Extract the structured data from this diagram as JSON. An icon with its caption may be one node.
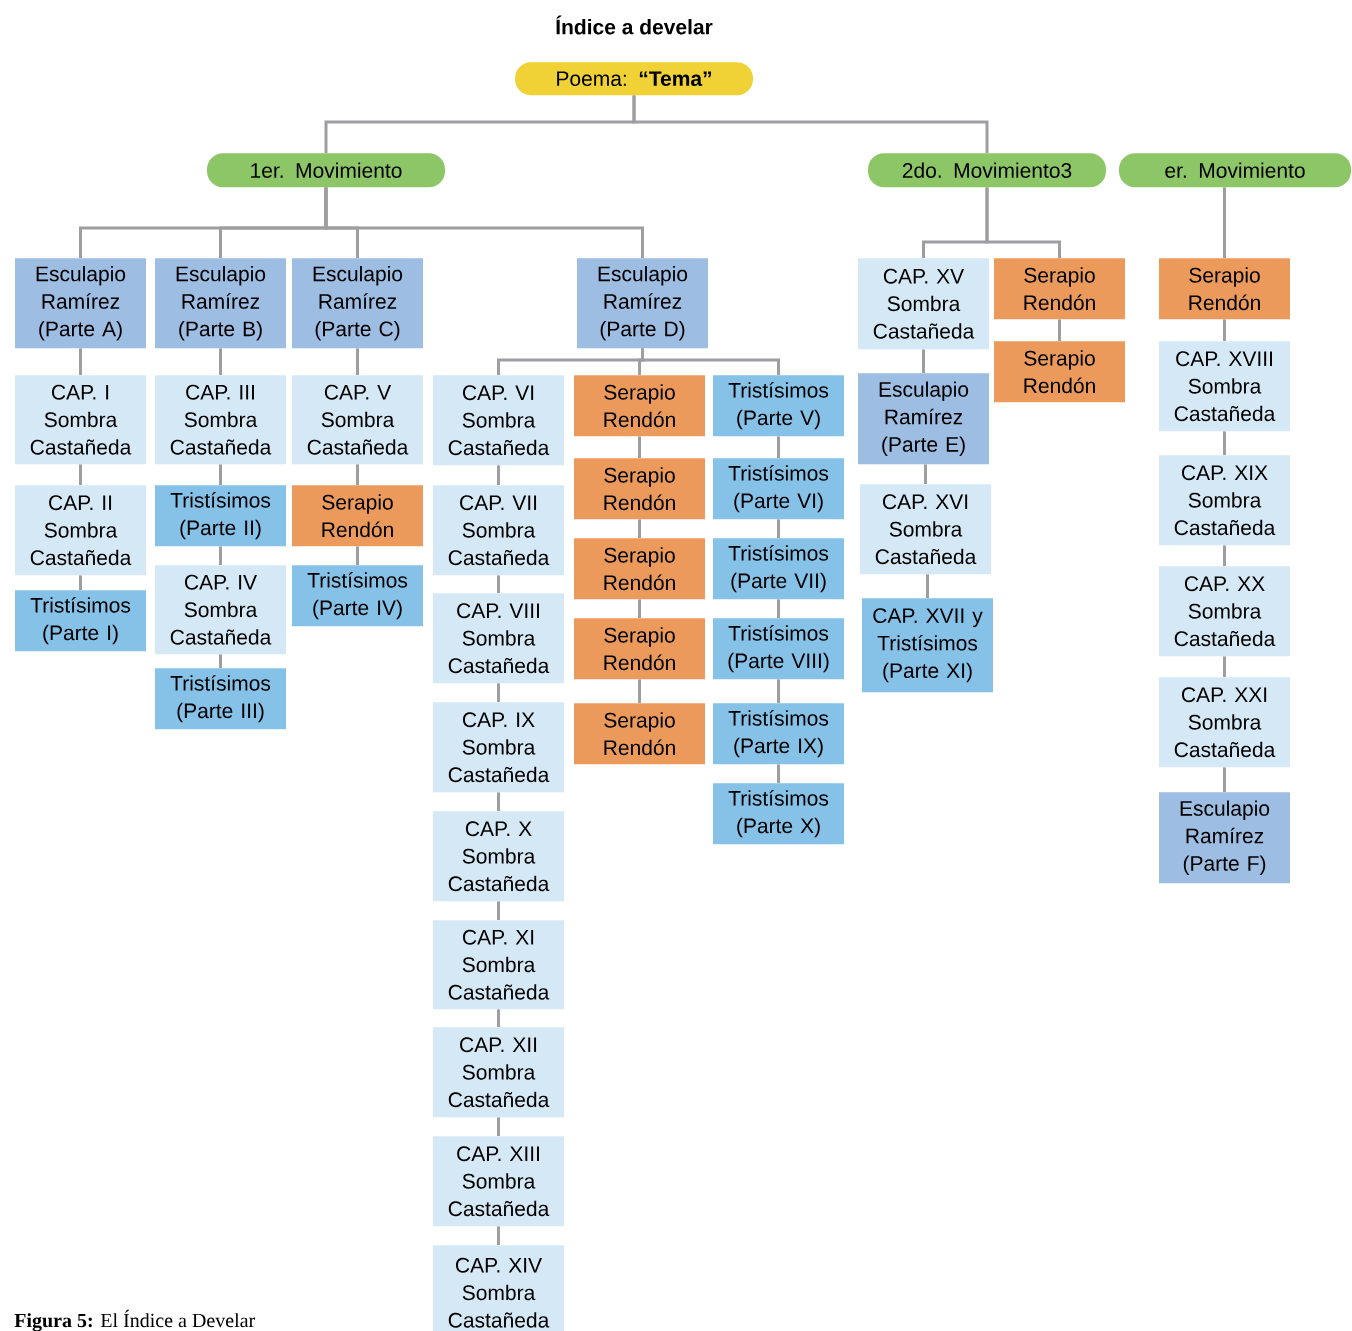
{
  "diagram": {
    "title": "Índice a develar",
    "caption": "**Figura 5:** El Índice a Develar",
    "nodes": [
      {
        "text": [
          "Poema: **“Tema”**"
        ]
      },
      {
        "text": [
          "1er. Movimiento"
        ]
      },
      {
        "text": [
          "2do. Movimiento3"
        ]
      },
      {
        "text": [
          "er. Movimiento"
        ]
      },
      {
        "text": [
          "Esculapio Ramírez (Parte A)"
        ]
      },
      {
        "text": [
          "Esculapio Ramírez (Parte B)"
        ]
      },
      {
        "text": [
          "Esculapio Ramírez (Parte C)"
        ]
      },
      {
        "text": [
          "Esculapio Ramírez (Parte D)"
        ]
      },
      {
        "text": [
          "CAP. I Sombra Castañeda"
        ]
      },
      {
        "text": [
          "CAP. II Sombra Castañeda"
        ]
      },
      {
        "text": [
          "Tristísimos (Parte I)"
        ]
      },
      {
        "text": [
          "CAP. III Sombra Castañeda"
        ]
      },
      {
        "text": [
          "Tristísimos (Parte II)"
        ]
      },
      {
        "text": [
          "CAP. IV Sombra Castañeda"
        ]
      },
      {
        "text": [
          "Tristísimos (Parte III)"
        ]
      },
      {
        "text": [
          "CAP. V Sombra Castañeda"
        ]
      },
      {
        "text": [
          "Serapio Rendón"
        ]
      },
      {
        "text": [
          "Tristísimos (Parte IV)"
        ]
      },
      {
        "text": [
          "CAP. VI Sombra Castañeda"
        ]
      },
      {
        "text": [
          "CAP. VII Sombra Castañeda"
        ]
      },
      {
        "text": [
          "CAP. VIII Sombra Castañeda"
        ]
      },
      {
        "text": [
          "CAP. IX Sombra Castañeda"
        ]
      },
      {
        "text": [
          "CAP. X Sombra Castañeda"
        ]
      },
      {
        "text": [
          "CAP. XI Sombra Castañeda"
        ]
      },
      {
        "text": [
          "CAP. XII Sombra Castañeda"
        ]
      },
      {
        "text": [
          "CAP. XIII Sombra Castañeda"
        ]
      },
      {
        "text": [
          "CAP. XIV Sombra Castañeda"
        ]
      },
      {
        "text": [
          "Serapio Rendón"
        ]
      },
      {
        "text": [
          "Serapio Rendón"
        ]
      },
      {
        "text": [
          "Serapio Rendón"
        ]
      },
      {
        "text": [
          "Serapio Rendón"
        ]
      },
      {
        "text": [
          "Serapio Rendón"
        ]
      },
      {
        "text": [
          "Tristísimos (Parte V)"
        ]
      },
      {
        "text": [
          "Tristísimos (Parte VI)"
        ]
      },
      {
        "text": [
          "Tristísimos (Parte VII)"
        ]
      },
      {
        "text": [
          "Tristísimos (Parte VIII)"
        ]
      },
      {
        "text": [
          "Tristísimos (Parte IX)"
        ]
      },
      {
        "text": [
          "Tristísimos (Parte X)"
        ]
      },
      {
        "text": [
          "CAP. XV Sombra Castañeda"
        ]
      },
      {
        "text": [
          "Serapio Rendón"
        ]
      },
      {
        "text": [
          "Esculapio Ramírez (Parte E)"
        ]
      },
      {
        "text": [
          "Serapio Rendón"
        ]
      },
      {
        "text": [
          "CAP. XVI Sombra Castañeda"
        ]
      },
      {
        "text": [
          "CAP. XVII y Tristísimos (Parte XI)"
        ]
      },
      {
        "text": [
          "Serapio Rendón"
        ]
      },
      {
        "text": [
          "CAP. XVIII Sombra Castañeda"
        ]
      },
      {
        "text": [
          "CAP. XIX Sombra Castañeda"
        ]
      },
      {
        "text": [
          "CAP. XX Sombra Castañeda"
        ]
      },
      {
        "text": [
          "CAP. XXI Sombra Castañeda"
        ]
      },
      {
        "text": [
          "Esculapio Ramírez (Parte F)"
        ]
      }
    ],
    "edges": [
      {
        "from": 0,
        "to": 1,
        "arrow": "none"
      },
      {
        "from": 0,
        "to": 2,
        "arrow": "none"
      },
      {
        "from": 1,
        "to": 4,
        "arrow": "none"
      },
      {
        "from": 1,
        "to": 5,
        "arrow": "none"
      },
      {
        "from": 1,
        "to": 6,
        "arrow": "none"
      },
      {
        "from": 1,
        "to": 7,
        "arrow": "none"
      },
      {
        "from": 4,
        "to": 8,
        "arrow": "none"
      },
      {
        "from": 8,
        "to": 9,
        "arrow": "none"
      },
      {
        "from": 9,
        "to": 10,
        "arrow": "none"
      },
      {
        "from": 5,
        "to": 11,
        "arrow": "none"
      },
      {
        "from": 11,
        "to": 12,
        "arrow": "none"
      },
      {
        "from": 12,
        "to": 13,
        "arrow": "none"
      },
      {
        "from": 13,
        "to": 14,
        "arrow": "none"
      },
      {
        "from": 6,
        "to": 15,
        "arrow": "none"
      },
      {
        "from": 15,
        "to": 16,
        "arrow": "none"
      },
      {
        "from": 16,
        "to": 17,
        "arrow": "none"
      },
      {
        "from": 7,
        "to": 18,
        "arrow": "none"
      },
      {
        "from": 7,
        "to": 27,
        "arrow": "none"
      },
      {
        "from": 7,
        "to": 32,
        "arrow": "none"
      },
      {
        "from": 18,
        "to": 19,
        "arrow": "none"
      },
      {
        "from": 19,
        "to": 20,
        "arrow": "none"
      },
      {
        "from": 20,
        "to": 21,
        "arrow": "none"
      },
      {
        "from": 21,
        "to": 22,
        "arrow": "none"
      },
      {
        "from": 22,
        "to": 23,
        "arrow": "none"
      },
      {
        "from": 23,
        "to": 24,
        "arrow": "none"
      },
      {
        "from": 24,
        "to": 25,
        "arrow": "none"
      },
      {
        "from": 25,
        "to": 26,
        "arrow": "none"
      },
      {
        "from": 27,
        "to": 28,
        "arrow": "none"
      },
      {
        "from": 28,
        "to": 29,
        "arrow": "none"
      },
      {
        "from": 29,
        "to": 30,
        "arrow": "none"
      },
      {
        "from": 30,
        "to": 31,
        "arrow": "none"
      },
      {
        "from": 32,
        "to": 33,
        "arrow": "none"
      },
      {
        "from": 33,
        "to": 34,
        "arrow": "none"
      },
      {
        "from": 34,
        "to": 35,
        "arrow": "none"
      },
      {
        "from": 35,
        "to": 36,
        "arrow": "none"
      },
      {
        "from": 36,
        "to": 37,
        "arrow": "none"
      },
      {
        "from": 2,
        "to": 38,
        "arrow": "none"
      },
      {
        "from": 2,
        "to": 39,
        "arrow": "none"
      },
      {
        "from": 38,
        "to": 40,
        "arrow": "none"
      },
      {
        "from": 40,
        "to": 42,
        "arrow": "none"
      },
      {
        "from": 42,
        "to": 43,
        "arrow": "none"
      },
      {
        "from": 39,
        "to": 41,
        "arrow": "none"
      },
      {
        "from": 3,
        "to": 44,
        "arrow": "none"
      },
      {
        "from": 44,
        "to": 45,
        "arrow": "none"
      },
      {
        "from": 45,
        "to": 46,
        "arrow": "none"
      },
      {
        "from": 46,
        "to": 47,
        "arrow": "none"
      },
      {
        "from": 47,
        "to": 48,
        "arrow": "none"
      },
      {
        "from": 48,
        "to": 49,
        "arrow": "none"
      }
    ]
  }
}
